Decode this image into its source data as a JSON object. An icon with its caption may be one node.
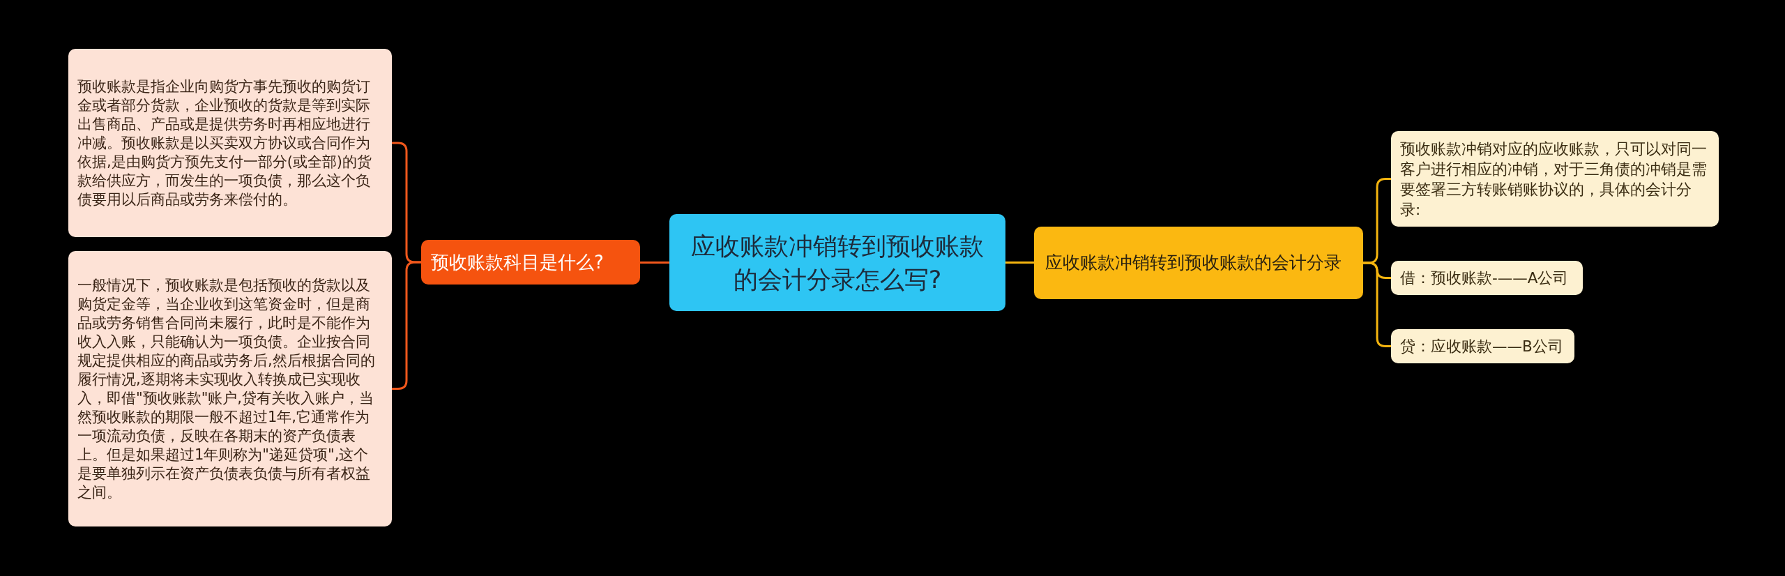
{
  "diagram": {
    "nodes": [
      {
        "text": [
          "应收账款冲销转到预收账款的会计分录怎么写?"
        ]
      },
      {
        "text": [
          "预收账款科目是什么?"
        ]
      },
      {
        "text": [
          "预收账款是指企业向购货方事先预收的购货订金或者部分货款，企业预收的货款是等到实际出售商品、产品或是提供劳务时再相应地进行冲减。预收账款是以买卖双方协议或合同作为依据,是由购货方预先支付一部分(或全部)的货款给供应方，而发生的一项负债，那么这个负债要用以后商品或劳务来偿付的。"
        ]
      },
      {
        "text": [
          "一般情况下，预收账款是包括预收的货款以及购货定金等，当企业收到这笔资金时，但是商品或劳务销售合同尚未履行，此时是不能作为收入入账，只能确认为一项负债。企业按合同规定提供相应的商品或劳务后,然后根据合同的履行情况,逐期将未实现收入转换成已实现收入，即借\"预收账款\"账户,贷有关收入账户，当然预收账款的期限一般不超过1年,它通常作为一项流动负债，反映在各期末的资产负债表上。但是如果超过1年则称为\"递延贷项\",这个是要单独列示在资产负债表负债与所有者权益之间。"
        ]
      },
      {
        "text": [
          "应收账款冲销转到预收账款的会计分录"
        ]
      },
      {
        "text": [
          "预收账款冲销对应的应收账款，只可以对同一客户进行相应的冲销，对于三角债的冲销是需要签署三方转账销账协议的，具体的会计分录:"
        ]
      },
      {
        "text": [
          "借：预收账款-——A公司"
        ]
      },
      {
        "text": [
          "贷：应收账款——B公司"
        ]
      }
    ],
    "edges": [
      {
        "from": 0,
        "to": 1,
        "arrow": "none",
        "color": "#f2581c"
      },
      {
        "from": 1,
        "to": 2,
        "arrow": "none",
        "color": "#f2581c"
      },
      {
        "from": 1,
        "to": 3,
        "arrow": "none",
        "color": "#f2581c"
      },
      {
        "from": 0,
        "to": 4,
        "arrow": "none"
      },
      {
        "from": 4,
        "to": 5,
        "arrow": "none"
      },
      {
        "from": 4,
        "to": 6,
        "arrow": "none"
      },
      {
        "from": 4,
        "to": 7,
        "arrow": "none"
      }
    ]
  }
}
